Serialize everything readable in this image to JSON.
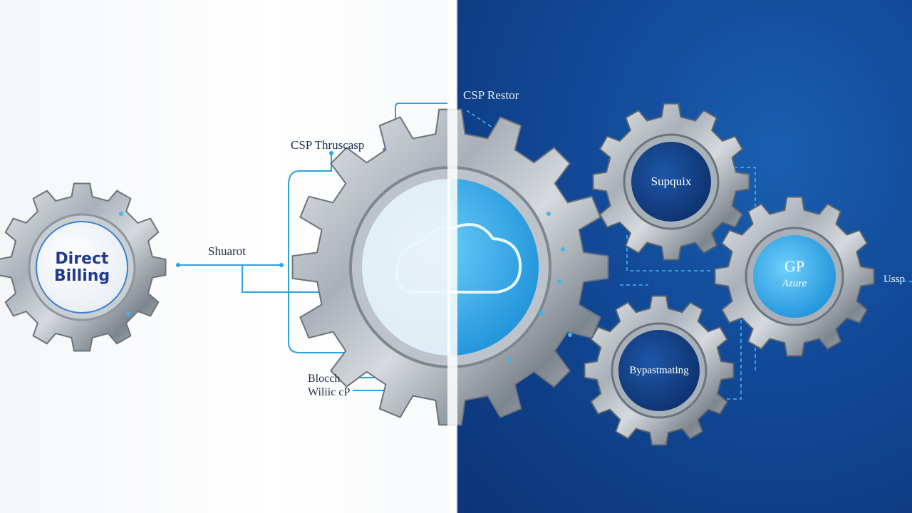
{
  "colors": {
    "left_background": "#f4f6f8",
    "right_background": "#124a98",
    "connector_line": "#2aa3e0",
    "accent_cyan": "#3fb6ef"
  },
  "gears": {
    "direct_billing": {
      "line1": "Direct",
      "line2": "Billing"
    },
    "center": {
      "icon": "cloud-icon"
    },
    "top_right": {
      "label": "Supquix"
    },
    "middle_right": {
      "line1": "GP",
      "line2": "Azure"
    },
    "bottom_right": {
      "label": "Bypastmating"
    }
  },
  "labels": {
    "csp_restor": "CSP Restor",
    "csp_thruscap": "CSP Thruscasp",
    "shuarot": "Shuarot",
    "block_line1": "Blocch",
    "block_line2": "Wiliic cP",
    "right_edge": "Ussp"
  }
}
